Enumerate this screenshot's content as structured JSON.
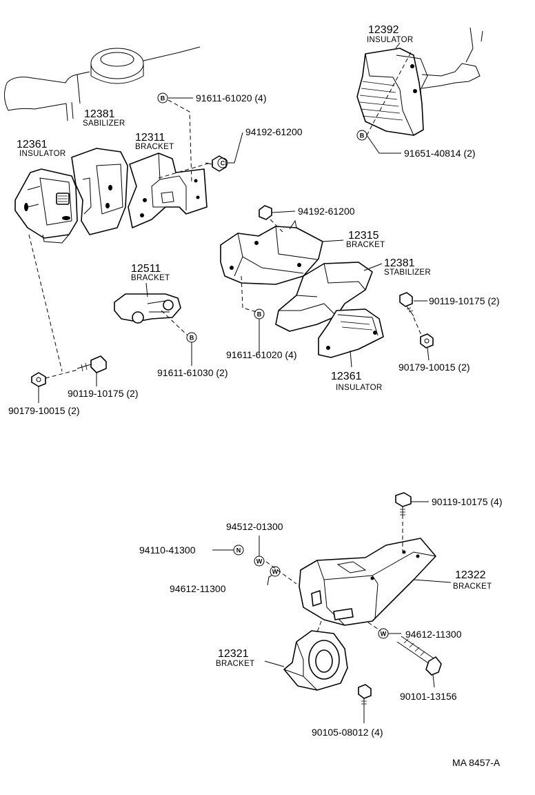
{
  "callouts": [
    {
      "id": "c-12361-left",
      "part_no": "12361",
      "name": "INSULATOR"
    },
    {
      "id": "c-12381-left",
      "part_no": "12381",
      "name": "SABILIZER"
    },
    {
      "id": "c-12311",
      "part_no": "12311",
      "name": "BRACKET"
    },
    {
      "id": "c-12392",
      "part_no": "12392",
      "name": "INSULATOR"
    },
    {
      "id": "c-12315",
      "part_no": "12315",
      "name": "BRACKET"
    },
    {
      "id": "c-12381-right",
      "part_no": "12381",
      "name": "STABILIZER"
    },
    {
      "id": "c-12511",
      "part_no": "12511",
      "name": "BRACKET"
    },
    {
      "id": "c-12361-right",
      "part_no": "12361",
      "name": "INSULATOR"
    },
    {
      "id": "c-12322",
      "part_no": "12322",
      "name": "BRACKET"
    },
    {
      "id": "c-12321",
      "part_no": "12321",
      "name": "BRACKET"
    }
  ],
  "fasteners": [
    {
      "id": "f1",
      "text": "91611-61020 (4)"
    },
    {
      "id": "f2",
      "text": "94192-61200"
    },
    {
      "id": "f3",
      "text": "91651-40814 (2)"
    },
    {
      "id": "f4",
      "text": "94192-61200"
    },
    {
      "id": "f5",
      "text": "90119-10175 (2)"
    },
    {
      "id": "f6",
      "text": "91611-61020 (4)"
    },
    {
      "id": "f7",
      "text": "90179-10015 (2)"
    },
    {
      "id": "f8",
      "text": "91611-61030 (2)"
    },
    {
      "id": "f9",
      "text": "90119-10175 (2)"
    },
    {
      "id": "f10",
      "text": "90179-10015 (2)"
    },
    {
      "id": "f11",
      "text": "90119-10175 (4)"
    },
    {
      "id": "f12",
      "text": "94512-01300"
    },
    {
      "id": "f13",
      "text": "94110-41300"
    },
    {
      "id": "f14",
      "text": "94612-11300"
    },
    {
      "id": "f15",
      "text": "94612-11300"
    },
    {
      "id": "f16",
      "text": "90101-13156"
    },
    {
      "id": "f17",
      "text": "90105-08012 (4)"
    }
  ],
  "symbols": {
    "b": "B",
    "c": "C",
    "n": "N",
    "w": "W"
  },
  "footer": {
    "code": "MA  8457-A"
  }
}
